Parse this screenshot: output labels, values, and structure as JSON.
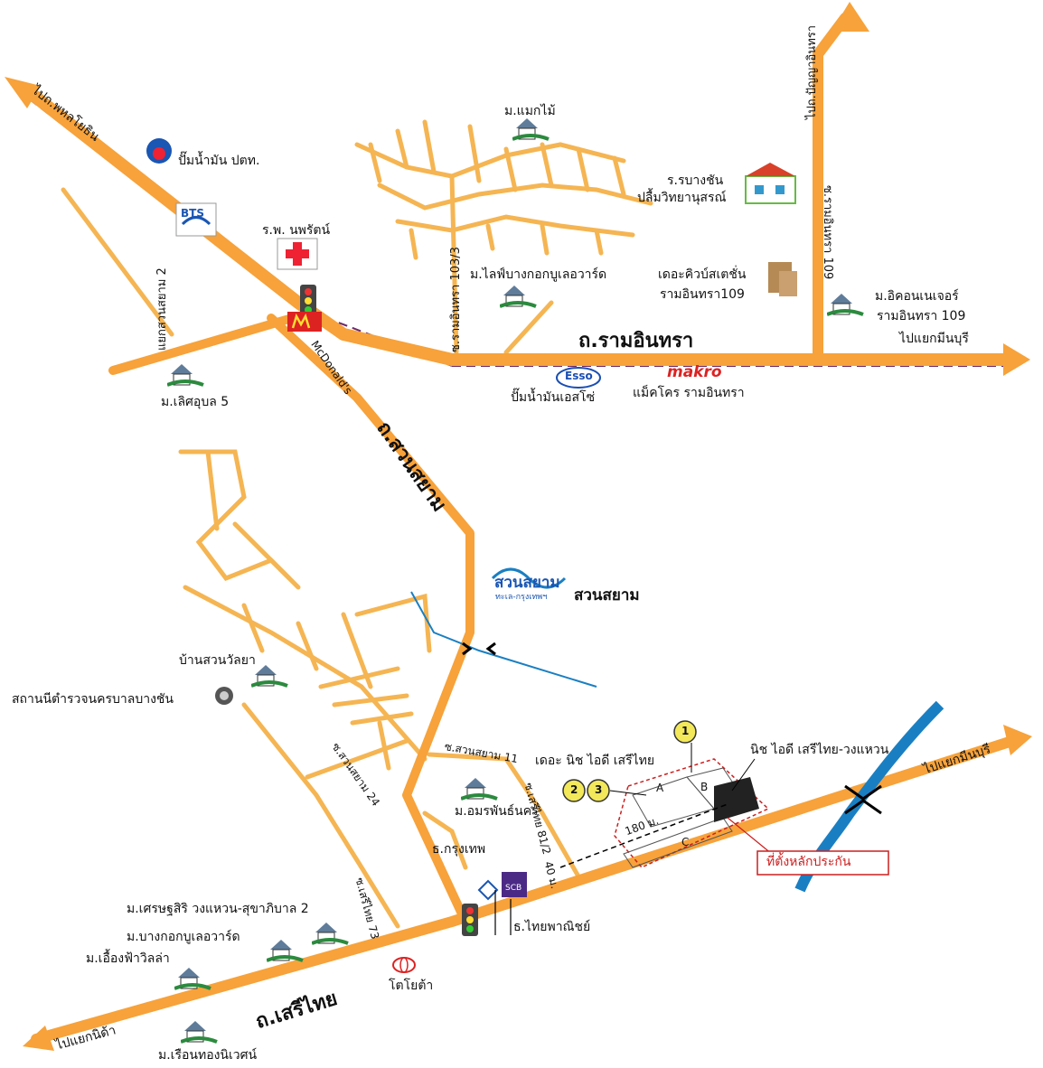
{
  "roads": {
    "ramintra": "ถ.รามอินทรา",
    "suansiam": "ถ.สวนสยาม",
    "serithai": "ถ.เสรีไทย",
    "to_phahon": "ไปถ.พหลโยธิน",
    "to_panya": "ไปถ.ปัญญาอินทรา",
    "to_minburi_top": "ไปแยกมีนบุรี",
    "to_minburi_bottom": "ไปแยกมีนบุรี",
    "to_nida": "ไปแยกนิด้า",
    "soi_2": "แยกสวนสยาม 2",
    "soi_103": "ซ.รามอินทรา 103/3",
    "soi_109": "ซ.รามอินทรา 109",
    "soi_11": "ซ.สวนสยาม 11",
    "soi_24": "ซ.สวนสยาม 24",
    "soi_81": "ซ.เสรีไทย 81/2",
    "soi_73": "ซ.เสรีไทย 73"
  },
  "places": {
    "ptt": "ปั๊มน้ำมัน ปตท.",
    "bts": "BTS",
    "hospital": "ร.พ. นพรัตน์",
    "mcdonalds": "McDonald's",
    "maekmai": "ม.แมกไม้",
    "school_line1": "ร.รบางชัน",
    "school_line2": "ปลื้มวิทยานุสรณ์",
    "lifebang": "ม.ไลฟ์บางกอกบูเลอวาร์ด",
    "qhouse_line1": "เดอะคิวบ์สเตชั่น",
    "qhouse_line2": "รามอินทรา109",
    "icon_line1": "ม.อิคอนเนเจอร์",
    "icon_line2": "รามอินทรา 109",
    "lerson": "ม.เลิศอุบล 5",
    "esso_logo": "Esso",
    "esso": "ปั๊มน้ำมันเอสโซ่",
    "makro_logo": "makro",
    "makro": "แม็คโคร รามอินทรา",
    "suansiam_logo": "สวนสยาม",
    "suansiam_sub": "ทะเล-กรุงเทพฯ",
    "suansiam": "สวนสยาม",
    "baan_suan": "บ้านสวนวัลยา",
    "police": "สถานนีตำรวจนครบาลบางชัน",
    "amorn": "ม.อมรพันธ์นคร",
    "bangkok_bank": "ธ.กรุงเทพ",
    "scb_logo": "SCB",
    "scb": "ธ.ไทยพาณิชย์",
    "toyota": "โตโยต้า",
    "setthasiri": "ม.เศรษฐสิริ วงแหวน-สุขาภิบาล 2",
    "bangkok_blvd": "ม.บางกอกบูเลอวาร์ด",
    "eungfa": "ม.เอื้องฟ้าวิลล่า",
    "ruenthong": "ม.เรือนทองนิเวศน์"
  },
  "project": {
    "name_main": "เดอะ นิช ไอดี เสรีไทย",
    "name_ring": "นิช ไอดี เสรีไทย-วงแหวน",
    "collateral": "ที่ตั้งหลักประกัน",
    "dist_180": "180 ม.",
    "dist_40": "40 ม.",
    "block_a": "A",
    "block_b": "B",
    "block_c": "C",
    "marker_1": "1",
    "marker_2": "2",
    "marker_3": "3"
  },
  "colors": {
    "road": "#f7a23a",
    "lane": "#f5b552",
    "rail": "#6b2a6b",
    "river": "#1a7fc2",
    "highlight": "#cc1f1f",
    "marker": "#f2e85a"
  }
}
